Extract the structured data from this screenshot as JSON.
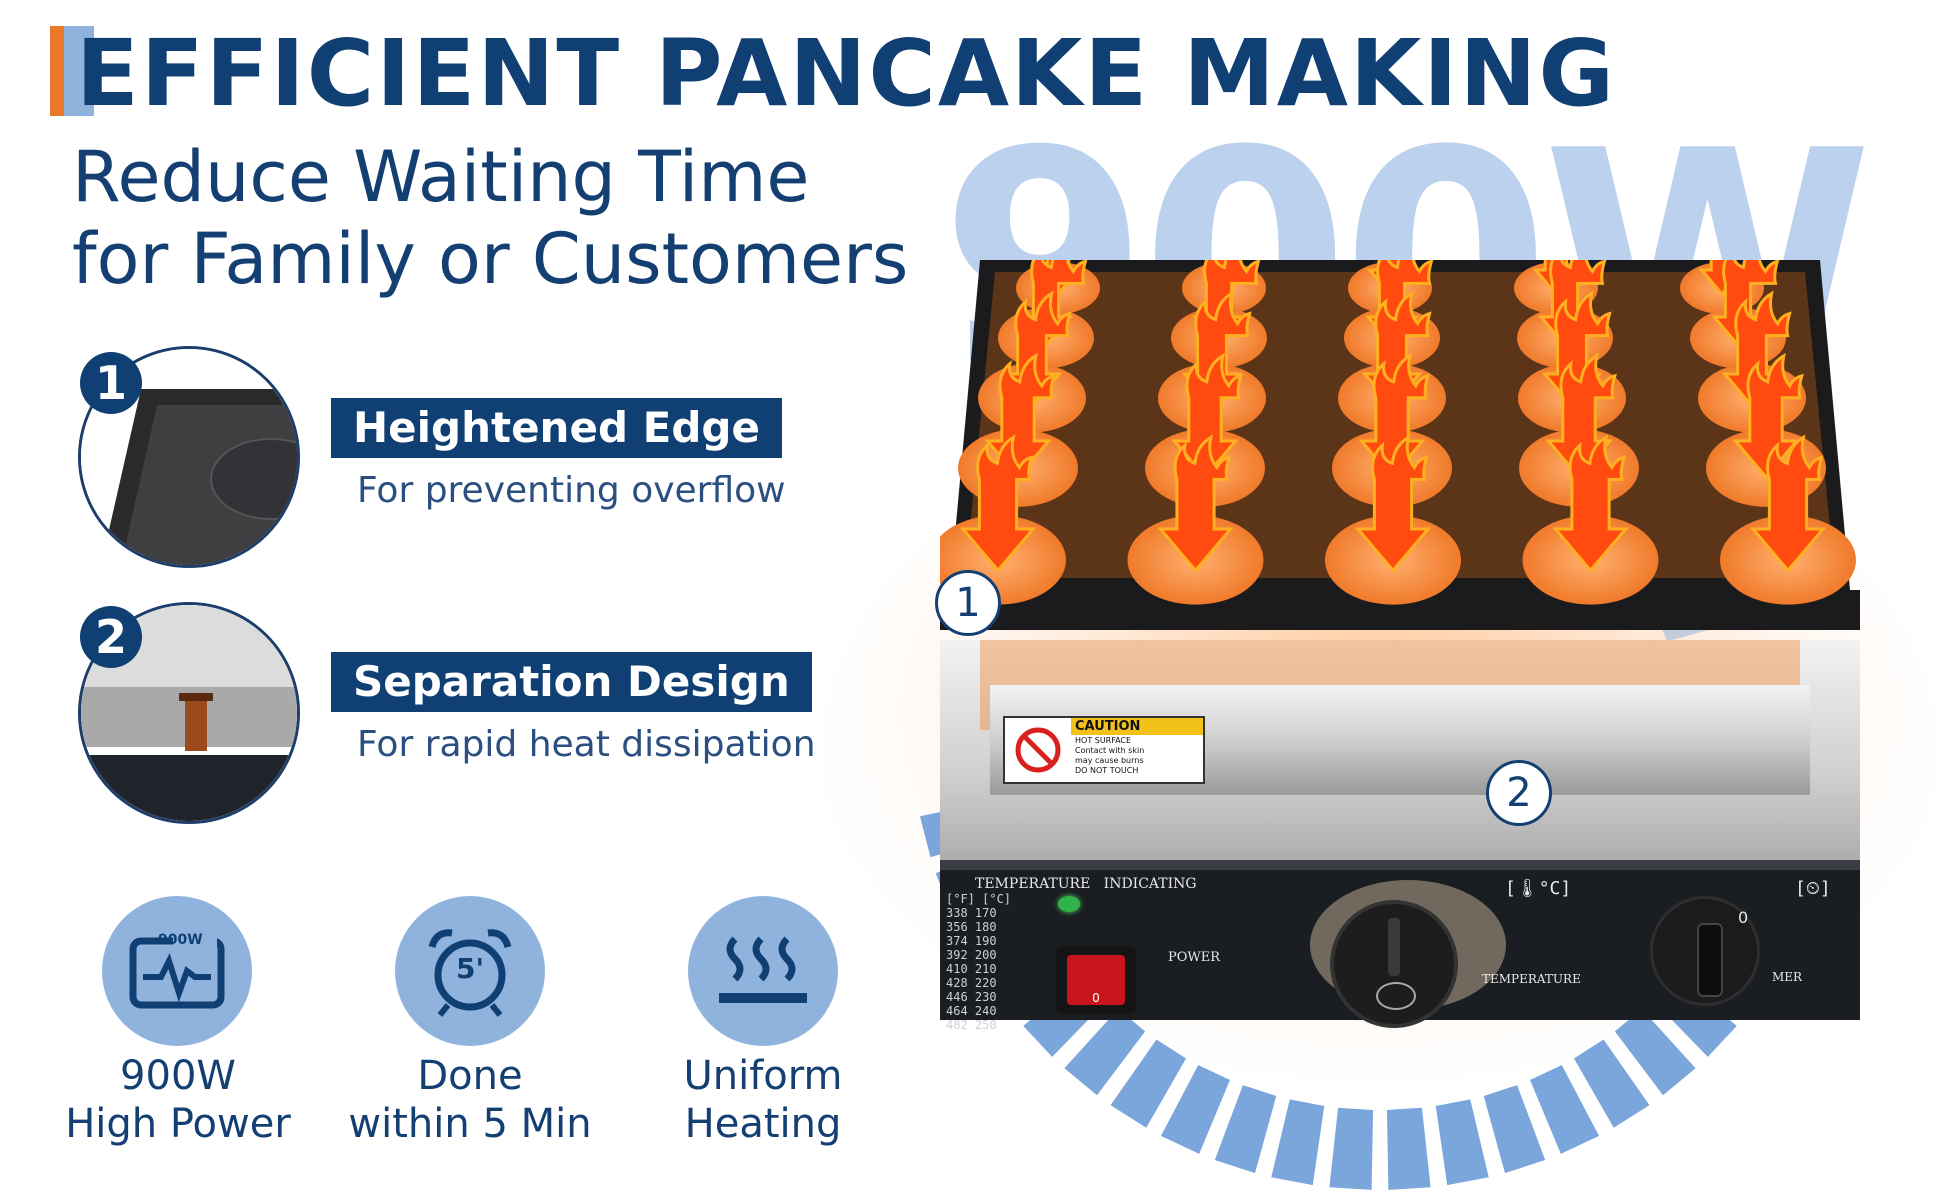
{
  "headline": "EFFICIENT PANCAKE MAKING",
  "subtitle": {
    "line1": "Reduce Waiting Time",
    "line2": "for Family or Customers"
  },
  "big_power": "900W",
  "features": [
    {
      "number": "1",
      "title": "Heightened Edge",
      "subtitle": "For preventing overflow"
    },
    {
      "number": "2",
      "title": "Separation Design",
      "subtitle": "For rapid heat dissipation"
    }
  ],
  "icons": [
    {
      "name": "power-meter-icon",
      "badge": "900W",
      "label_line1": "900W",
      "label_line2": "High Power"
    },
    {
      "name": "alarm-clock-icon",
      "badge": "5'",
      "label_line1": "Done",
      "label_line2": "within 5 Min"
    },
    {
      "name": "heat-waves-icon",
      "label_line1": "Uniform",
      "label_line2": "Heating"
    }
  ],
  "product": {
    "callout_1": "1",
    "callout_2": "2",
    "caution_title": "CAUTION",
    "caution_lines": [
      "HOT SURFACE",
      "Contact with skin",
      "may cause burns",
      "DO NOT TOUCH"
    ],
    "panel_header": "TEMPERATURE   INDICATING",
    "temp_table_header": "[°F] [°C]",
    "temp_table": [
      "338 170",
      "356 180",
      "374 190",
      "392 200",
      "410 210",
      "428 220",
      "446 230",
      "464 240",
      "482 250"
    ],
    "power_label": "POWER",
    "temperature_label": "TEMPERATURE",
    "timer_label": "MER",
    "temp_symbol": "[🌡°C]",
    "timer_symbol": "[⏲]",
    "dial_zero": "0",
    "switch_mark": "0"
  },
  "colors": {
    "navy": "#0f3f73",
    "light_blue": "#8fb3dd",
    "orange": "#e8792b",
    "flame": "#ff5a10"
  }
}
